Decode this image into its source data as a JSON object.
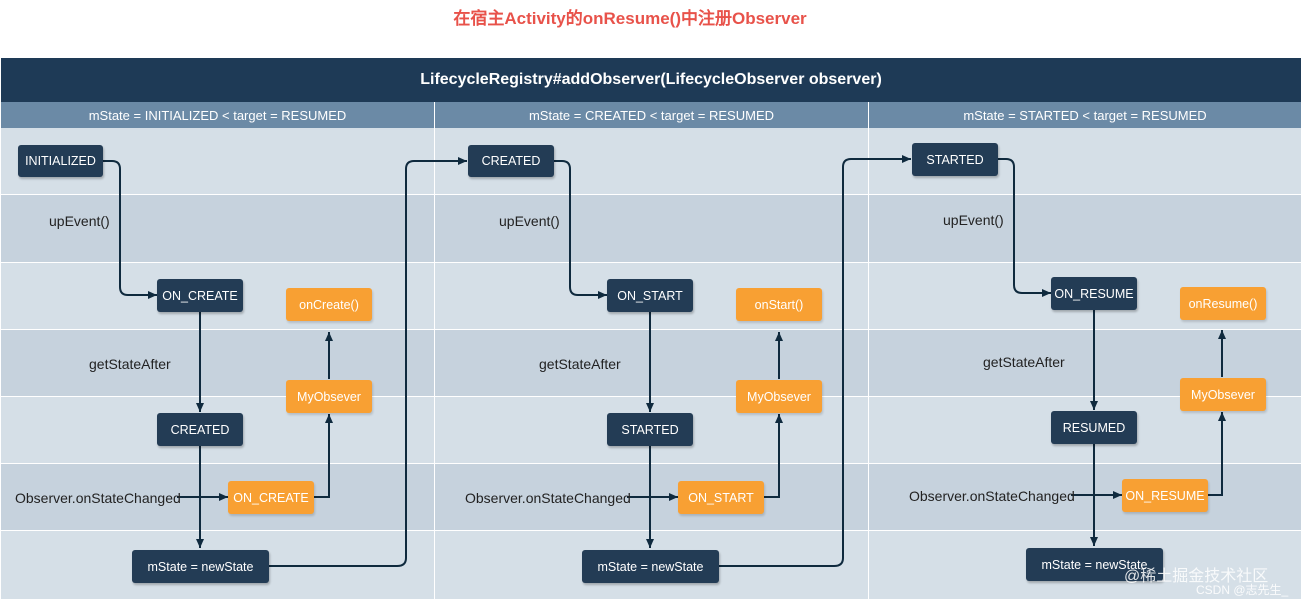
{
  "caption": "在宿主Activity的onResume()中注册Observer",
  "header": "LifecycleRegistry#addObserver(LifecycleObserver observer)",
  "columns": [
    {
      "title": "mState = INITIALIZED < target = RESUMED",
      "state_from": "INITIALIZED",
      "up_event_label": "upEvent()",
      "event": "ON_CREATE",
      "get_state_after_label": "getStateAfter",
      "state_to": "CREATED",
      "on_state_changed_label": "Observer.onStateChanged",
      "dispatched_event": "ON_CREATE",
      "observer": "MyObsever",
      "callback": "onCreate()",
      "assign": "mState = newState"
    },
    {
      "title": "mState = CREATED < target = RESUMED",
      "state_from": "CREATED",
      "up_event_label": "upEvent()",
      "event": "ON_START",
      "get_state_after_label": "getStateAfter",
      "state_to": "STARTED",
      "on_state_changed_label": "Observer.onStateChanged",
      "dispatched_event": "ON_START",
      "observer": "MyObsever",
      "callback": "onStart()",
      "assign": "mState = newState"
    },
    {
      "title": "mState = STARTED < target = RESUMED",
      "state_from": "STARTED",
      "up_event_label": "upEvent()",
      "event": "ON_RESUME",
      "get_state_after_label": "getStateAfter",
      "state_to": "RESUMED",
      "on_state_changed_label": "Observer.onStateChanged",
      "dispatched_event": "ON_RESUME",
      "observer": "MyObsever",
      "callback": "onResume()",
      "assign": "mState = newState"
    }
  ],
  "watermark": {
    "main": "@稀土掘金技术社区",
    "sub": "CSDN @志先生_"
  },
  "colors": {
    "caption": "#e8524a",
    "header_bg": "#1e3a56",
    "subheader_bg": "#6b8aa6",
    "band_light": "#d5dfe7",
    "band_dark": "#c6d2dd",
    "navy_node": "#233c55",
    "orange_node": "#f8a033",
    "edge": "#0f2a3e"
  }
}
